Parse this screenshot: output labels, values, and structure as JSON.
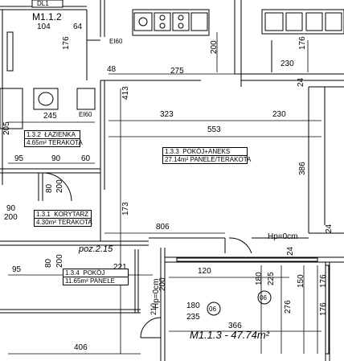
{
  "rooms": [
    {
      "id": "1.3.3",
      "name": "POKÓJ+ANEKS",
      "area": "27.14m²",
      "floor": "PANELE/TERAKOTA"
    },
    {
      "id": "1.3.2",
      "name": "ŁAZIENKA",
      "area": "4.65m²",
      "floor": "TERAKOTA"
    },
    {
      "id": "1.3.1",
      "name": "KORYTARZ",
      "area": "4.30m²",
      "floor": "TERAKOTA"
    },
    {
      "id": "1.3.4",
      "name": "POKÓJ",
      "area": "11.65m²",
      "floor": "PANELE"
    }
  ],
  "units": {
    "top_left": "M1.1.2",
    "bottom_right": "M1.1.3 - 47.74m²"
  },
  "labels": {
    "dl1": "DL1",
    "ei60_upper": "EI60",
    "ei60_lower": "EI60",
    "hp_right": "Hp=0cm",
    "hp_lower": "Hp=0cm",
    "poz": "poz.2.15",
    "tag_a": "06",
    "tag_b": "06"
  },
  "dims": {
    "d104": "104",
    "d64": "64",
    "d176a": "176",
    "d200a": "200",
    "d176b": "176",
    "d230a": "230",
    "d48": "48",
    "d275": "275",
    "d413": "413",
    "d24a": "24",
    "d24b": "24",
    "d323": "323",
    "d230b": "230",
    "d553": "553",
    "d245": "245",
    "d205": "205",
    "d95a": "95",
    "d90a": "90",
    "d60": "60",
    "d386": "386",
    "d80a": "80",
    "d200b": "200",
    "d90b": "90",
    "d200c": "200",
    "d173": "173",
    "d806": "806",
    "d24c": "24",
    "d95b": "95",
    "d80b": "80",
    "d221": "221",
    "d200d": "200",
    "d120": "120",
    "d180a": "180",
    "d225": "225",
    "d150": "150",
    "d176c": "176",
    "d176d": "176",
    "d200e": "200",
    "d180b": "180",
    "d235": "235",
    "d366": "366",
    "d276": "276",
    "d406": "406",
    "d210": "210"
  }
}
